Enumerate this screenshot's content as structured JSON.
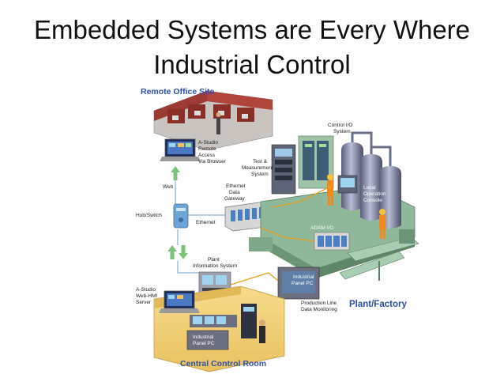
{
  "slide": {
    "title_line1": "Embedded Systems are Every Where",
    "title_line2": "Industrial Control"
  },
  "diagram": {
    "remote_office_site": "Remote Office Site",
    "plant_factory": "Plant/Factory",
    "central_control_room": "Central Control Room",
    "a_studio": [
      "A-Studio",
      "Remote",
      "Access",
      "Via Browser"
    ],
    "web": "Web",
    "hub_switch": "Hub/Switch",
    "ethernet": "Ethernet",
    "ethernet_gateway": [
      "Ethernet",
      "Data",
      "Gateway"
    ],
    "test_measurement": [
      "Test &",
      "Measurement",
      "System"
    ],
    "control_io": [
      "Control I/O",
      "System"
    ],
    "local_operation": [
      "Local",
      "Operation",
      "Console"
    ],
    "adam_io": "ADAM I/O",
    "plant_info": [
      "Plant",
      "Information System"
    ],
    "industrial_pc_plant": [
      "Industrial",
      "Panel PC"
    ],
    "production_line": [
      "Production Line",
      "Data Monitoring"
    ],
    "a_studio_webhmi": [
      "A-Studio",
      "Web-HMI",
      "Server"
    ],
    "industrial_pc_room": [
      "Industrial",
      "Panel PC"
    ]
  },
  "colors": {
    "label_blue": "#2f4fa8",
    "machine_green": "#8fb89a",
    "floor_yellow": "#f2d27a",
    "office_red": "#9c3a33",
    "arrow_green": "#7bc27b"
  }
}
